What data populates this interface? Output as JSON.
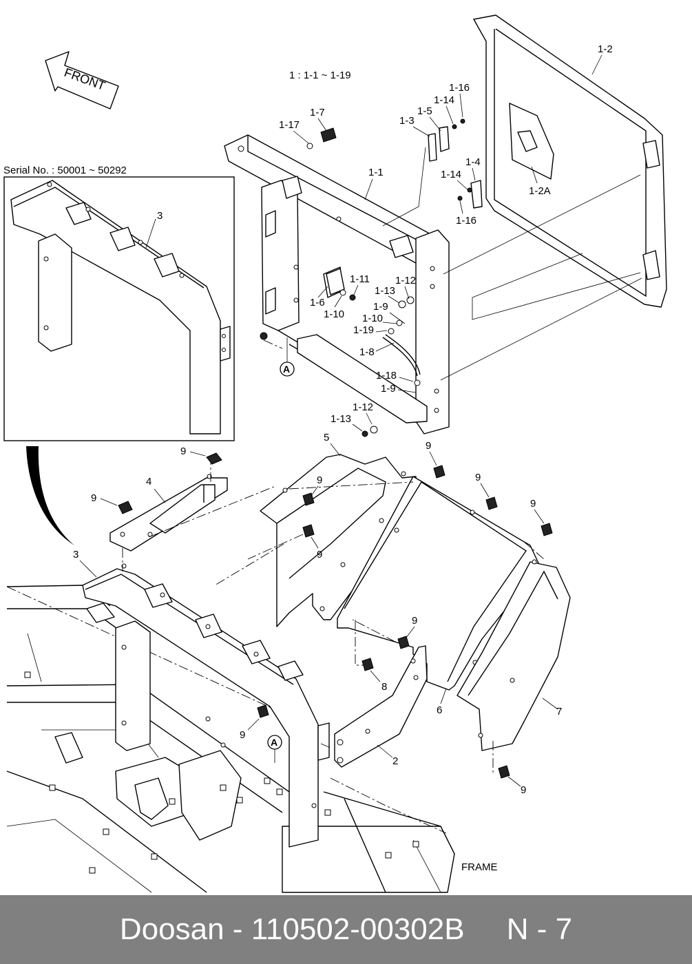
{
  "diagram": {
    "front_label": "FRONT",
    "group_note": "1 : 1-1 ~ 1-19",
    "serial_note": "Serial No. : 50001 ~ 50292",
    "frame_label": "FRAME",
    "view_marker": "A",
    "callouts": {
      "p1_1": "1-1",
      "p1_2": "1-2",
      "p1_2a": "1-2A",
      "p1_3": "1-3",
      "p1_4": "1-4",
      "p1_5": "1-5",
      "p1_6": "1-6",
      "p1_7": "1-7",
      "p1_8": "1-8",
      "p1_9": "1-9",
      "p1_10": "1-10",
      "p1_11": "1-11",
      "p1_12": "1-12",
      "p1_13": "1-13",
      "p1_14": "1-14",
      "p1_16": "1-16",
      "p1_17": "1-17",
      "p1_18": "1-18",
      "p1_19": "1-19",
      "p2": "2",
      "p3": "3",
      "p4": "4",
      "p5": "5",
      "p6": "6",
      "p7": "7",
      "p8": "8",
      "p9": "9"
    }
  },
  "footer": {
    "brand": "Doosan",
    "separator": "-",
    "part_number": "110502-00302B",
    "page": "N - 7"
  }
}
